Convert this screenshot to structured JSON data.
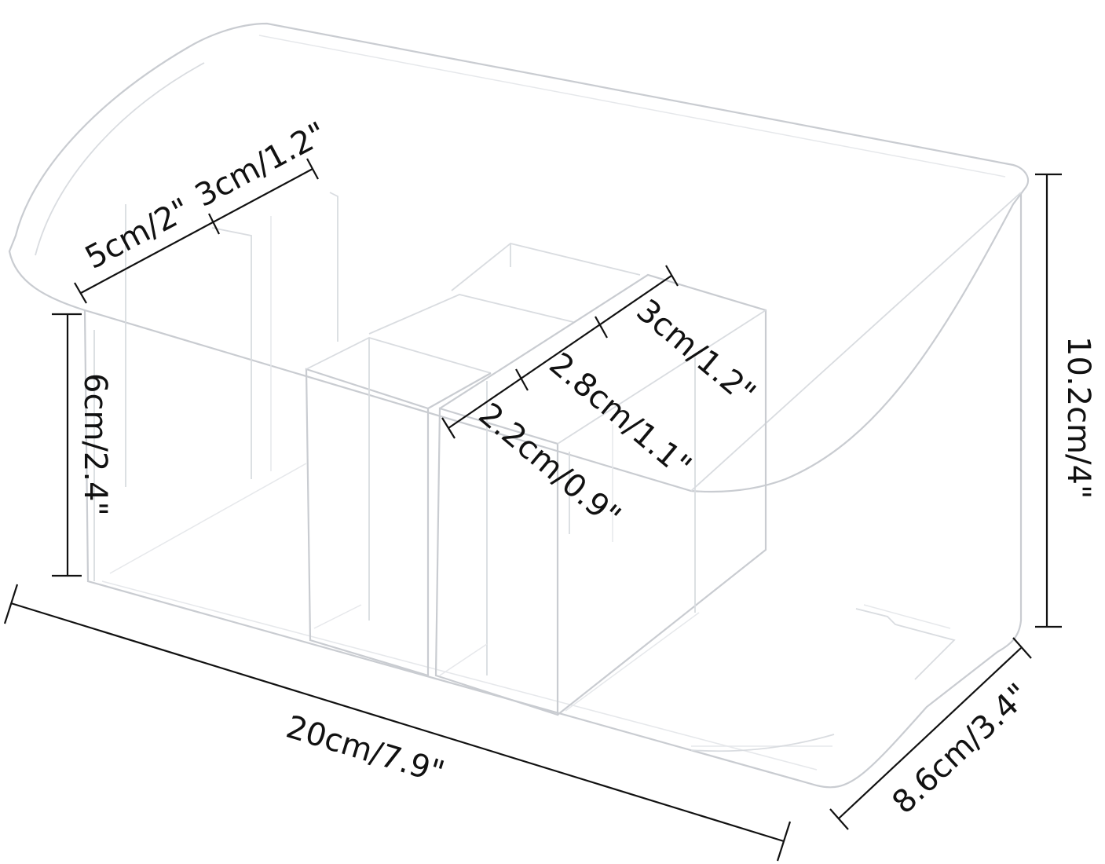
{
  "dimensions": {
    "width_overall": "20cm/7.9\"",
    "depth_overall": "8.6cm/3.4\"",
    "height_overall": "10.2cm/4\"",
    "front_height": "6cm/2.4\"",
    "left_compartment": "5cm/2\"",
    "left_small_compartment": "3cm/1.2\"",
    "middle_rear": "3cm/1.2\"",
    "middle_center": "2.8cm/1.1\"",
    "middle_front": "2.2cm/0.9\""
  },
  "colors": {
    "background": "#ffffff",
    "ink": "#111111",
    "acrylic_edge": "#c9ccd1"
  }
}
